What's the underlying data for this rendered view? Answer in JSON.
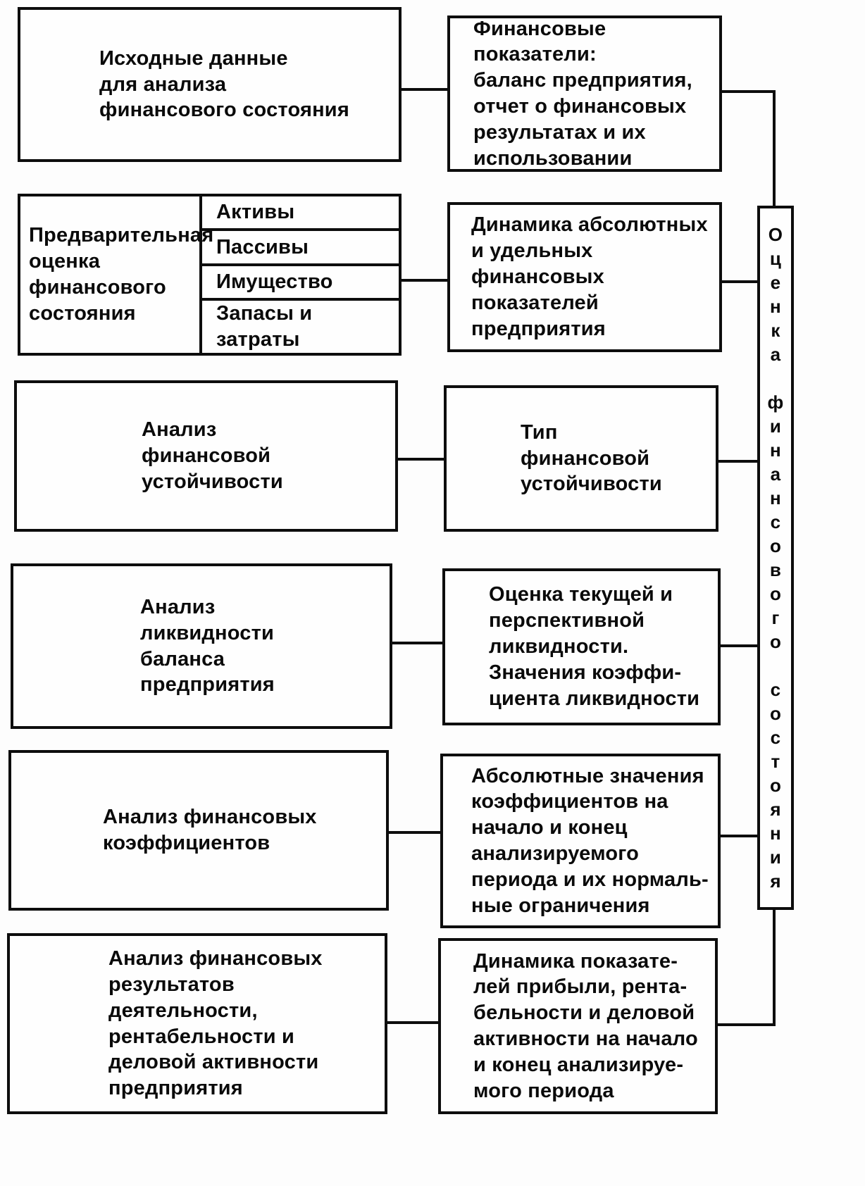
{
  "diagram": {
    "rows": [
      {
        "left": "Исходные данные\nдля анализа\nфинансового состояния",
        "right": "Финансовые показатели:\nбаланс предприятия,\nотчет о финансовых\nрезультатах и их\nиспользовании"
      },
      {
        "left": "Предварительная\nоценка\nфинансового\nсостояния",
        "sub_items": [
          "Активы",
          "Пассивы",
          "Имущество",
          "Запасы и затраты"
        ],
        "right": "Динамика абсолютных\nи удельных финансовых\nпоказателей предприятия"
      },
      {
        "left": "Анализ\nфинансовой\nустойчивости",
        "right": "Тип\nфинансовой\nустойчивости"
      },
      {
        "left": "Анализ\nликвидности\nбаланса\nпредприятия",
        "right": "Оценка текущей и\nперспективной\nликвидности.\nЗначения коэффи-\nциента ликвидности"
      },
      {
        "left": "Анализ финансовых\nкоэффициентов",
        "right": "Абсолютные значения\nкоэффициентов на\nначало и конец\nанализируемого\nпериода и их нормаль-\nные ограничения"
      },
      {
        "left": "Анализ финансовых\nрезультатов\nдеятельности,\nрентабельности и\nделовой активности\nпредприятия",
        "right": "Динамика показате-\nлей прибыли, рента-\nбельности и деловой\nактивности на начало\nи конец анализируе-\nмого периода"
      }
    ],
    "side_label": "Оценка финансового состояния"
  }
}
